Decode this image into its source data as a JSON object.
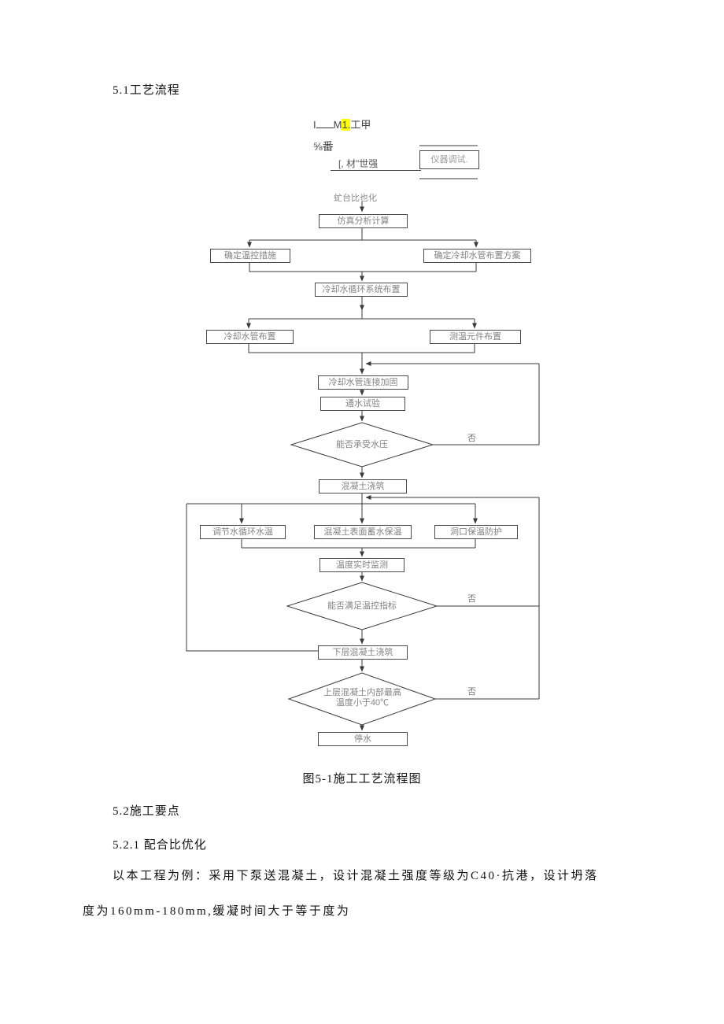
{
  "document": {
    "heading_5_1": "5.1工艺流程",
    "figure_caption": "图5-1施工工艺流程图",
    "heading_5_2": "5.2施工要点",
    "heading_5_2_1": "5.2.1  配合比优化",
    "paragraph_line1": "以本工程为例：采用下泵送混凝土，设计混凝土强度等级为C40·抗港，设计坍落",
    "paragraph_line2": "度为160mm-180mm,缓凝时间大于等于度为"
  },
  "flowchart": {
    "top_fragment": {
      "pre": "I",
      "mid": "M",
      "highlight": "1.",
      "post": "工甲"
    },
    "fraction_fragment": "⅝番",
    "material_fragment": "[, 材\"世强",
    "instrument_box": "仪器调试.",
    "mix_ratio_label": "虻台比也化",
    "nodes": {
      "simulation": "仿真分析计算",
      "confirm_temp_measures": "确定温控措施",
      "confirm_pipe_plan": "确定冷却水管布置方案",
      "cooling_system_layout": "冷却水循环系统布置",
      "pipe_layout": "冷却水管布置",
      "sensor_layout": "测温元件布置",
      "pipe_connection": "冷却水管连接加固",
      "water_test": "通水试验",
      "pressure_check": "能否承受水压",
      "concrete_pour": "混凝土浇筑",
      "adjust_water_temp": "调节水循环水温",
      "surface_water_cure": "混凝土表面蓄水保温",
      "opening_insulation": "洞口保温防护",
      "temp_monitor": "温度实时监测",
      "temp_control_check": "能否满足温控指标",
      "lower_layer_pour": "下层混凝土浇筑",
      "upper_temp_check_line1": "上层混凝土内部最高",
      "upper_temp_check_line2": "温度小于40℃",
      "stop_water": "停水"
    },
    "no_label": "否",
    "colors": {
      "highlight": "#ffff00",
      "node_text": "#838383",
      "line": "#3a3a3a"
    }
  }
}
